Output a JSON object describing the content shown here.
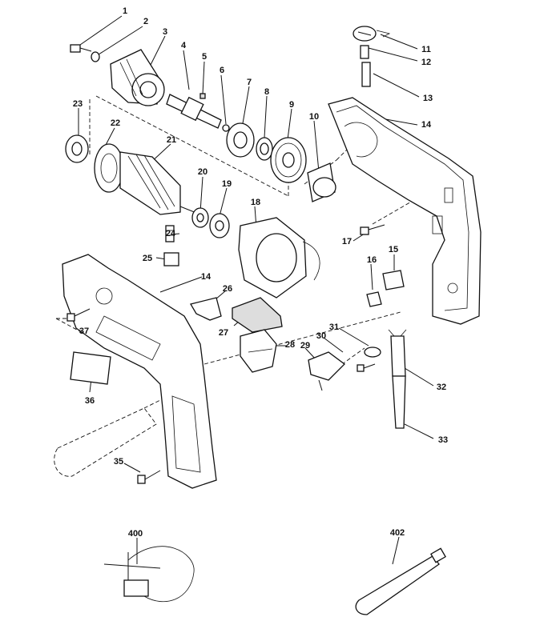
{
  "labels": {
    "p1": "1",
    "p2": "2",
    "p3": "3",
    "p4": "4",
    "p5": "5",
    "p6": "6",
    "p7": "7",
    "p8": "8",
    "p9": "9",
    "p10": "10",
    "p11": "11",
    "p12": "12",
    "p13": "13",
    "p14a": "14",
    "p14b": "14",
    "p15": "15",
    "p16": "16",
    "p17": "17",
    "p18": "18",
    "p19": "19",
    "p20": "20",
    "p21": "21",
    "p22": "22",
    "p23": "23",
    "p24": "24",
    "p25": "25",
    "p26": "26",
    "p27": "27",
    "p28": "28",
    "p29": "29",
    "p30": "30",
    "p31": "31",
    "p32": "32",
    "p33": "33",
    "p35": "35",
    "p36": "36",
    "p37": "37",
    "p400": "400",
    "p402": "402"
  }
}
